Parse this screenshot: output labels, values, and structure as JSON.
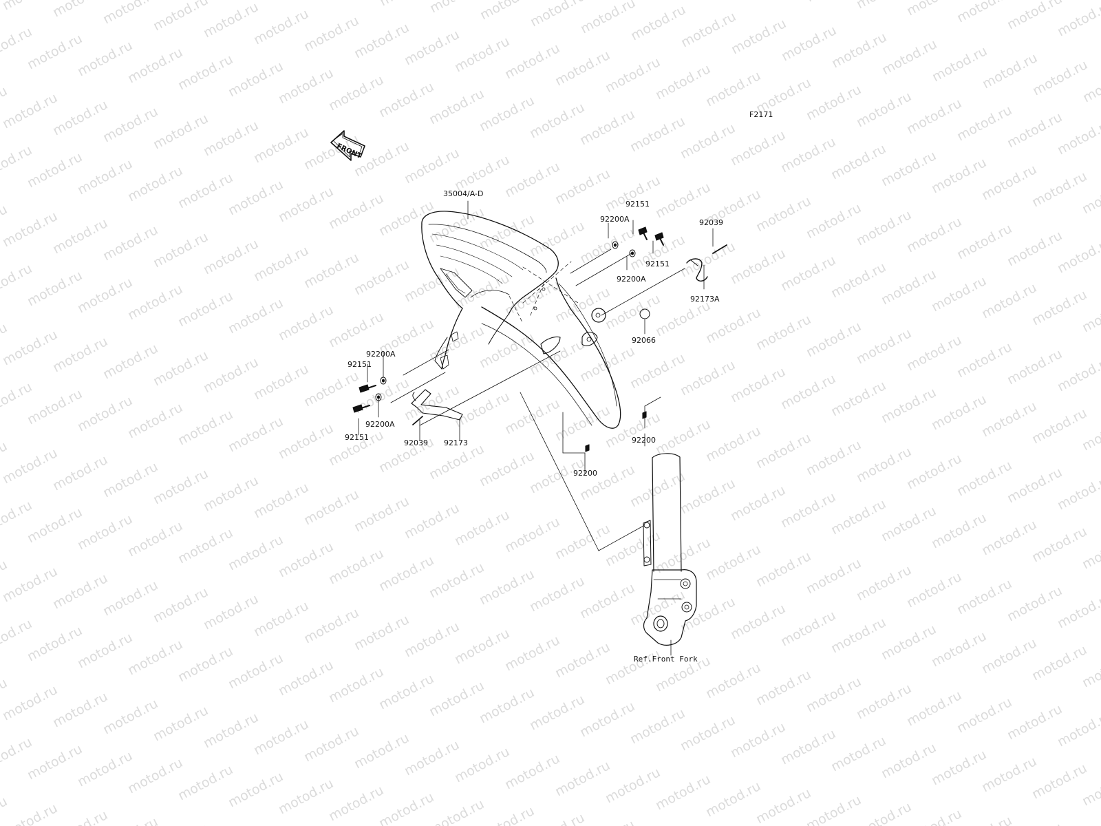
{
  "figure_id": "F2171",
  "front_label": "FRONT",
  "watermark_text": "motod.ru",
  "colors": {
    "line": "#111111",
    "watermark": "#aaaaaa",
    "background": "#ffffff"
  },
  "parts": {
    "fender": "35004/A-D",
    "bolt_top_a": "92151",
    "washer_top_a": "92200A",
    "bolt_top_b": "92151",
    "washer_top_b": "92200A",
    "hose_top": "92039",
    "clamp_top": "92173A",
    "grommet": "92066",
    "washer_left_a": "92200A",
    "bolt_left_a": "92151",
    "bolt_left_b": "92151",
    "washer_left_b": "92200A",
    "hose_left": "92039",
    "clamp_left": "92173",
    "washer_lower_right": "92200",
    "washer_lower_center": "92200",
    "ref_front_fork": "Ref.Front Fork"
  }
}
